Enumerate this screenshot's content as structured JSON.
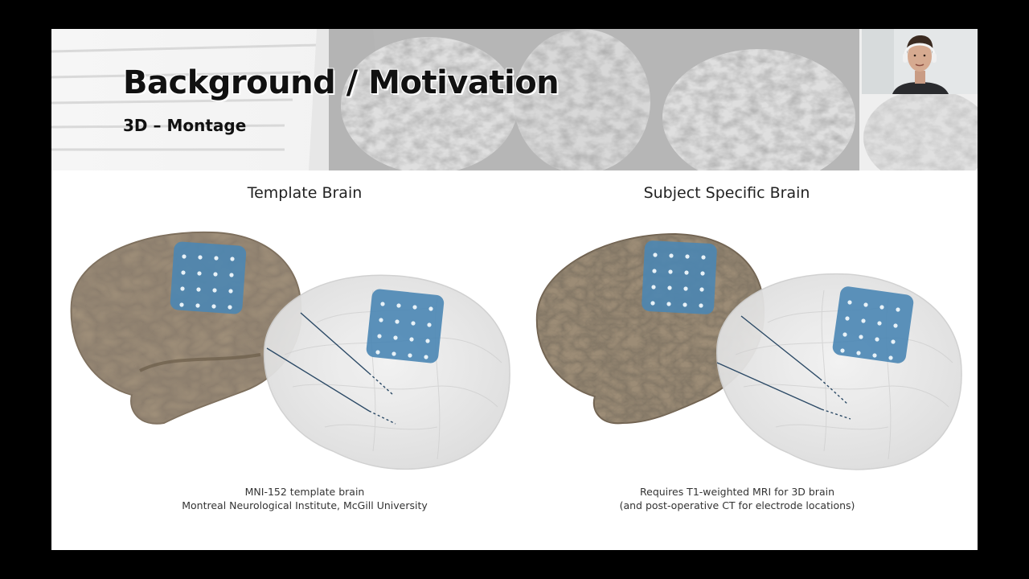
{
  "slide": {
    "title": "Background / Motivation",
    "subtitle": "3D – Montage"
  },
  "panels": [
    {
      "title": "Template Brain",
      "caption_lines": [
        "MNI-152 template brain",
        "Montreal Neurological Institute, McGill University"
      ]
    },
    {
      "title": "Subject Specific Brain",
      "caption_lines": [
        "Requires T1-weighted MRI for 3D brain",
        "(and post-operative CT for electrode locations)"
      ]
    }
  ],
  "colors": {
    "brain": "#a0907a",
    "grid": "#4a86b4",
    "glass": "#e6e6e6",
    "letterbox": "#000000"
  }
}
